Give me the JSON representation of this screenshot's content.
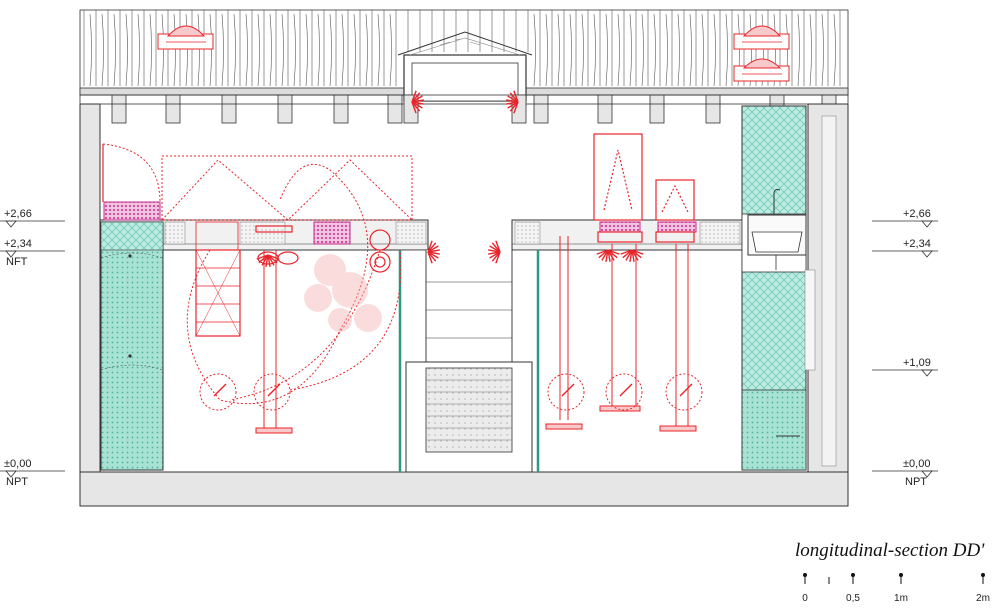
{
  "title": "longitudinal-section DD'",
  "levels": {
    "left": [
      {
        "value": "+2,66",
        "tag": ""
      },
      {
        "value": "+2,34",
        "tag": "NFT"
      },
      {
        "value": "±0,00",
        "tag": "NPT"
      }
    ],
    "right": [
      {
        "value": "+2,66",
        "tag": ""
      },
      {
        "value": "+2,34",
        "tag": ""
      },
      {
        "value": "+1,09",
        "tag": ""
      },
      {
        "value": "±0,00",
        "tag": "NPT"
      }
    ]
  },
  "scale_bar": {
    "ticks": [
      "0",
      "0,5",
      "1m",
      "2m"
    ]
  },
  "colors": {
    "line": "#222222",
    "wall_fill": "#e6e6e6",
    "red": "#e8242a",
    "teal": "#5fc9b5",
    "magenta": "#d8339b"
  }
}
